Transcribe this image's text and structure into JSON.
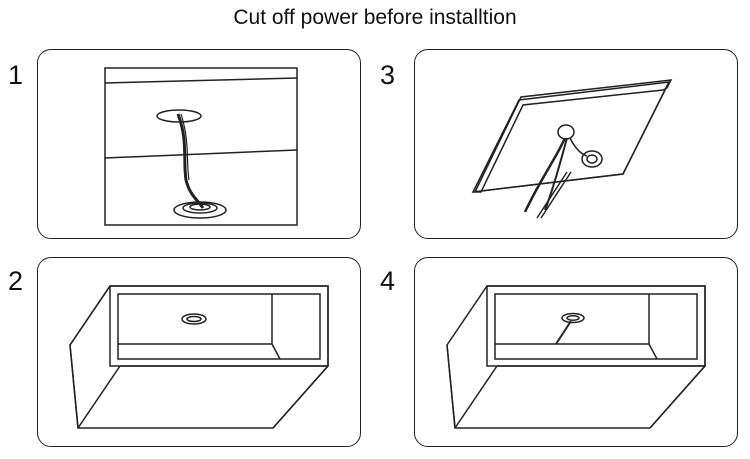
{
  "title": "Cut off power before installtion",
  "steps": [
    {
      "number": "1"
    },
    {
      "number": "2"
    },
    {
      "number": "3"
    },
    {
      "number": "4"
    }
  ]
}
